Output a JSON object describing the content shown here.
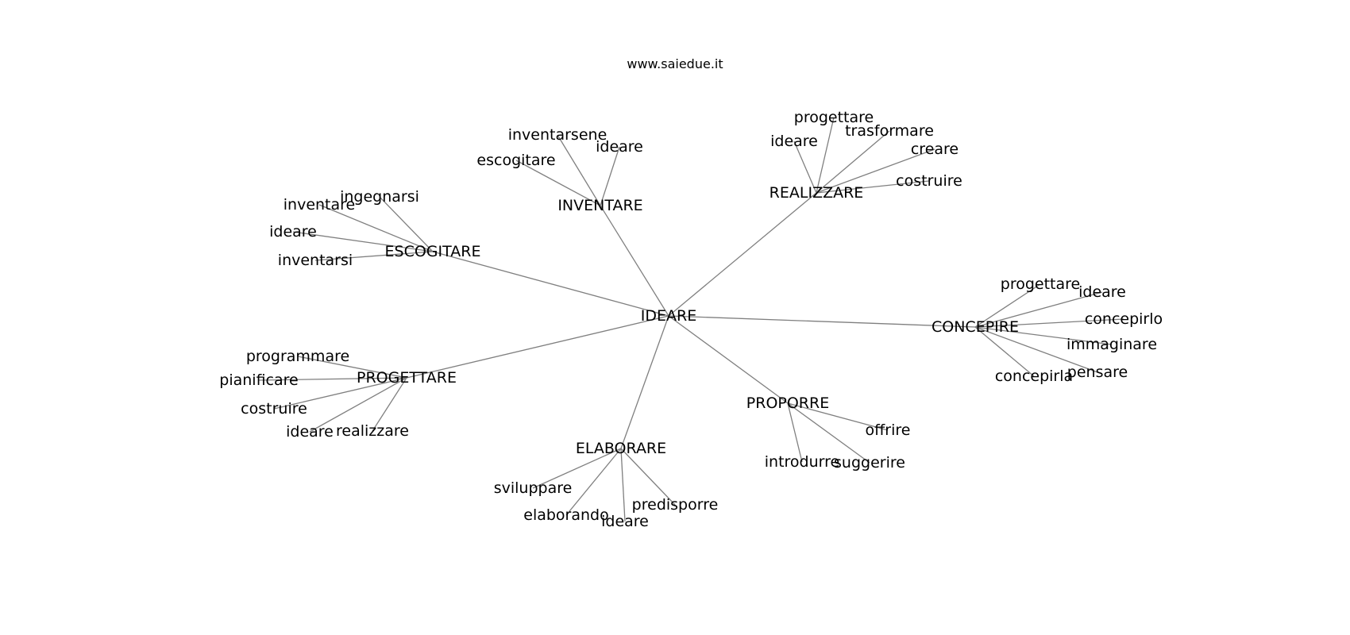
{
  "site": "www.saiedue.it",
  "root": "IDEARE",
  "branches": [
    {
      "id": "inventare",
      "label": "INVENTARE",
      "leaves": [
        "inventarsene",
        "ideare",
        "escogitare"
      ]
    },
    {
      "id": "realizzare",
      "label": "REALIZZARE",
      "leaves": [
        "progettare",
        "ideare",
        "trasformare",
        "creare",
        "costruire"
      ]
    },
    {
      "id": "escogitare",
      "label": "ESCOGITARE",
      "leaves": [
        "ingegnarsi",
        "inventare",
        "ideare",
        "inventarsi"
      ]
    },
    {
      "id": "concepire",
      "label": "CONCEPIRE",
      "leaves": [
        "progettare",
        "ideare",
        "concepirlo",
        "immaginare",
        "pensare",
        "concepirla"
      ]
    },
    {
      "id": "progettare",
      "label": "PROGETTARE",
      "leaves": [
        "programmare",
        "pianificare",
        "costruire",
        "ideare",
        "realizzare"
      ]
    },
    {
      "id": "proporre",
      "label": "PROPORRE",
      "leaves": [
        "offrire",
        "introdurre",
        "suggerire"
      ]
    },
    {
      "id": "elaborare",
      "label": "ELABORARE",
      "leaves": [
        "sviluppare",
        "elaborando",
        "ideare",
        "predisporre"
      ]
    }
  ]
}
